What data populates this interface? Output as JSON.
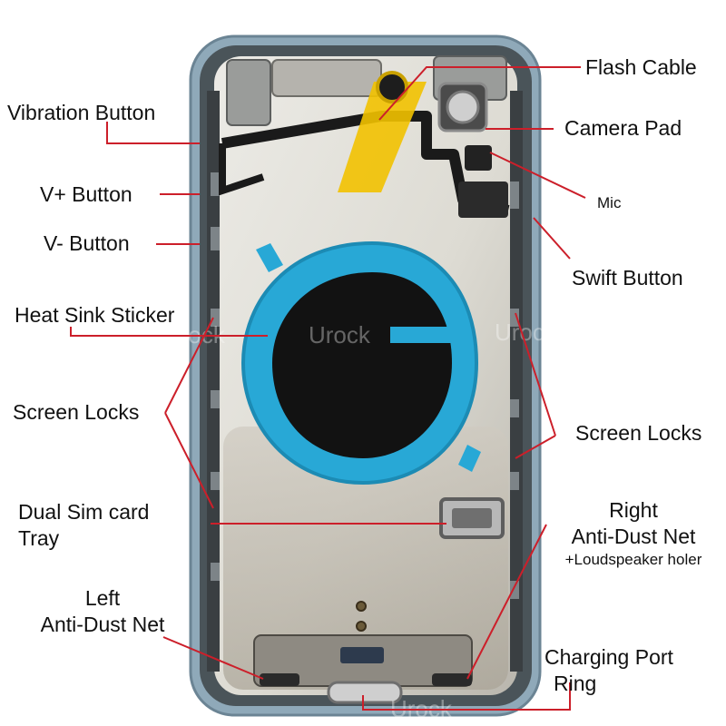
{
  "labels": {
    "flash_cable": "Flash Cable",
    "camera_pad": "Camera Pad",
    "mic": "Mic",
    "vibration_button": "Vibration Button",
    "v_plus_button": "V+ Button",
    "v_minus_button": "V- Button",
    "swift_button": "Swift Button",
    "heat_sink_sticker": "Heat Sink Sticker",
    "screen_locks_left": "Screen Locks",
    "screen_locks_right": "Screen Locks",
    "dual_sim_tray_line1": "Dual Sim card",
    "dual_sim_tray_line2": "Tray",
    "right_dust_net_line1": "Right",
    "right_dust_net_line2": "Anti-Dust Net",
    "right_dust_net_line3": "+Loudspeaker holer",
    "left_dust_net_line1": "Left",
    "left_dust_net_line2": "Anti-Dust Net",
    "charging_port_line1": "Charging Port",
    "charging_port_line2": "Ring"
  },
  "watermark": "Urock",
  "colors": {
    "leader_line": "#cc1f2a",
    "frame_blue": "#9fb9c8",
    "housing_inner": "#dedcd4",
    "heat_sink_ring": "#28a8d6",
    "heat_sink_core": "#111111",
    "flex_cable": "#1a1a1a",
    "flash_tape": "#f2c200"
  }
}
